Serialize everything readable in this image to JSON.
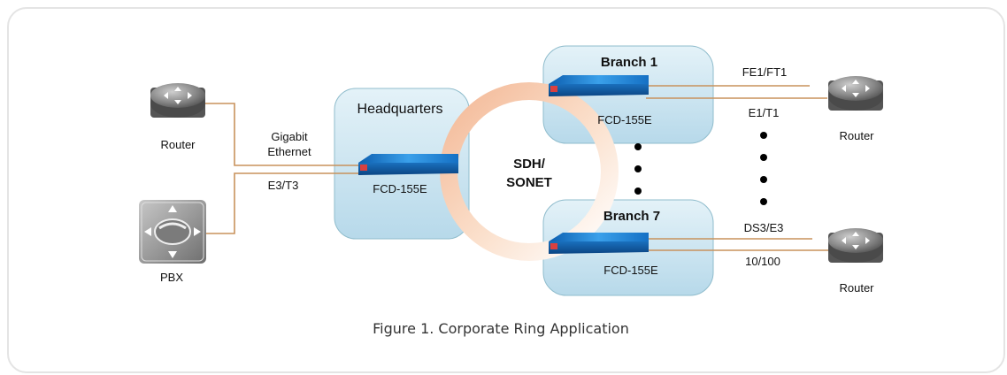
{
  "caption": "Figure 1.  Corporate Ring Application",
  "ring_label_line1": "SDH/",
  "ring_label_line2": "SONET",
  "headquarters": {
    "title": "Headquarters",
    "device": "FCD-155E"
  },
  "branch1": {
    "title": "Branch 1",
    "device": "FCD-155E"
  },
  "branch7": {
    "title": "Branch 7",
    "device": "FCD-155E"
  },
  "left_devices": {
    "router_label": "Router",
    "pbx_label": "PBX"
  },
  "left_links": {
    "gigabit_line1": "Gigabit",
    "gigabit_line2": "Ethernet",
    "e3t3": "E3/T3"
  },
  "right_links": {
    "fe1ft1": "FE1/FT1",
    "e1t1": "E1/T1",
    "ds3e3": "DS3/E3",
    "eth": "10/100"
  },
  "right_devices": {
    "router_top_label": "Router",
    "router_bottom_label": "Router"
  },
  "colors": {
    "line": "#c8925c",
    "ring_outer": "#f5c9a8",
    "box_fill": "#cfe6f1",
    "box_stroke": "#8fbccc",
    "device_top": "#1f7fd1"
  }
}
